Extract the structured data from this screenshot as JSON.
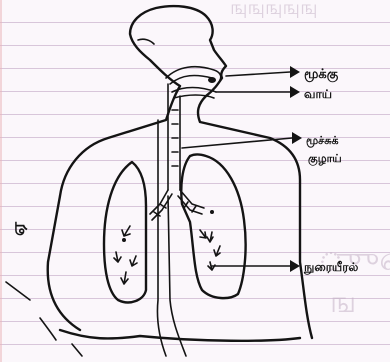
{
  "labels": {
    "nose": "மூக்கு",
    "mouth": "வாய்",
    "windpipe_line1": "மூச்சுக்",
    "windpipe_line2": "குழாய்",
    "lung_sacs": "நுரையீரல்"
  },
  "margin_mark": "ஏ",
  "colors": {
    "ink": "#141414",
    "paper": "#fbf7fb",
    "ruling": "#d8c6da"
  }
}
